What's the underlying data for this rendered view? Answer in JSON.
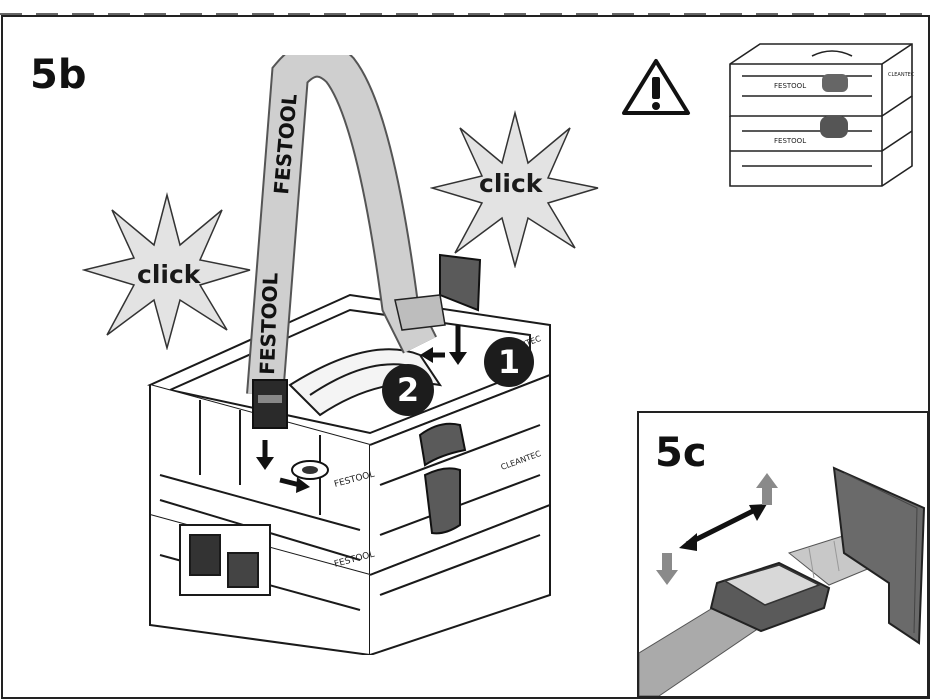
{
  "steps": {
    "main": "5b",
    "inset": "5c"
  },
  "callouts": {
    "click_left": "click",
    "click_right": "click"
  },
  "badges": {
    "one": "1",
    "two": "2"
  },
  "strap": {
    "brand_upper": "FESTOOL",
    "brand_lower": "FESTOOL"
  },
  "box_labels": {
    "front_upper": "FESTOOL",
    "front_lower": "FESTOOL",
    "side_upper": "CLEANTEC",
    "side_lower": "CLEANTEC"
  },
  "icons": [
    "warning-icon",
    "click-burst-icon",
    "arrow-down-icon",
    "arrow-up-icon",
    "double-arrow-icon"
  ],
  "colors": {
    "strap": "#c9c9c9",
    "strap_edge": "#555555",
    "burst": "#e3e3e3",
    "badge": "#1c1c1c",
    "clip": "#5a5a5a",
    "arrow_grey": "#8a8a8a"
  }
}
